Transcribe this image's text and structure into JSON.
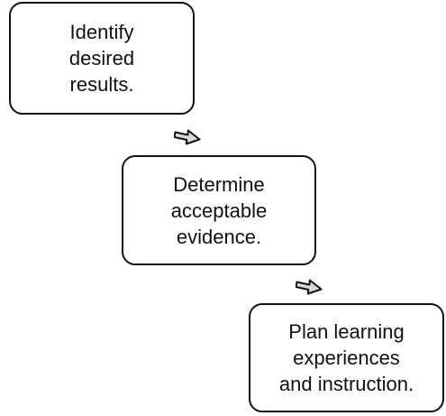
{
  "diagram": {
    "steps": [
      {
        "text": "Identify\ndesired\nresults."
      },
      {
        "text": "Determine\nacceptable\nevidence."
      },
      {
        "text": "Plan learning\nexperiences\nand instruction."
      }
    ],
    "connectors": [
      {
        "from": 0,
        "to": 1,
        "icon": "right-arrow-icon"
      },
      {
        "from": 1,
        "to": 2,
        "icon": "right-arrow-icon"
      }
    ],
    "colors": {
      "stroke": "#111111",
      "background": "#ffffff",
      "arrow_fill": "#d9d9d9"
    }
  }
}
